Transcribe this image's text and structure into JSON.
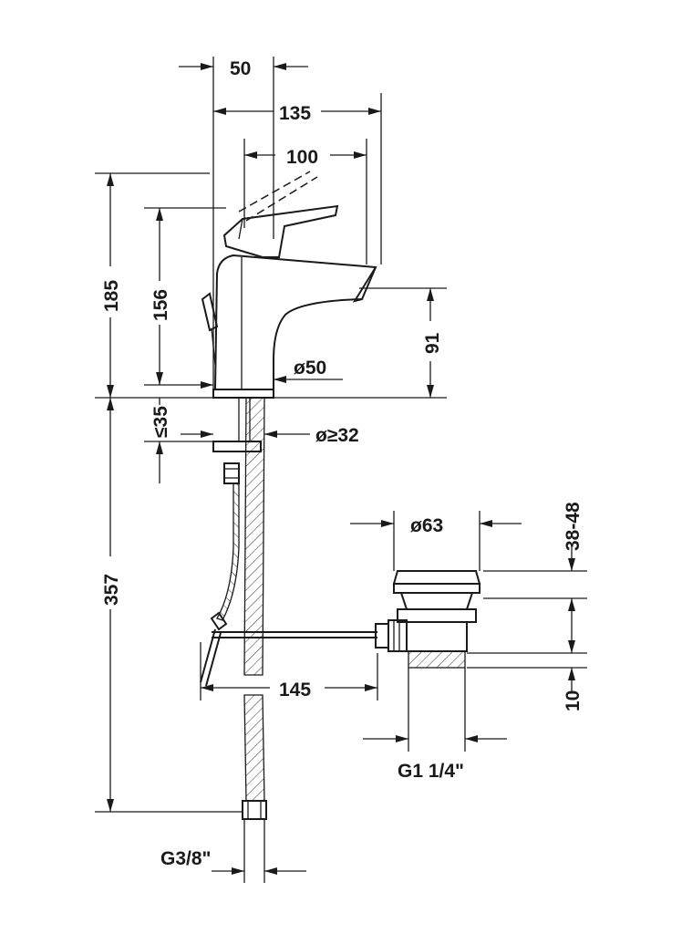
{
  "drawing": {
    "dimensions": {
      "d50": "50",
      "d135": "135",
      "d100": "100",
      "d185": "185",
      "d156": "156",
      "d91": "91",
      "dia50": "ø50",
      "le35": "≤35",
      "dia32": "ø≥32",
      "d357": "357",
      "dia63": "ø63",
      "d3848": "38-48",
      "d145": "145",
      "d10": "10",
      "g114": "G1 1/4\"",
      "g38": "G3/8\""
    }
  }
}
